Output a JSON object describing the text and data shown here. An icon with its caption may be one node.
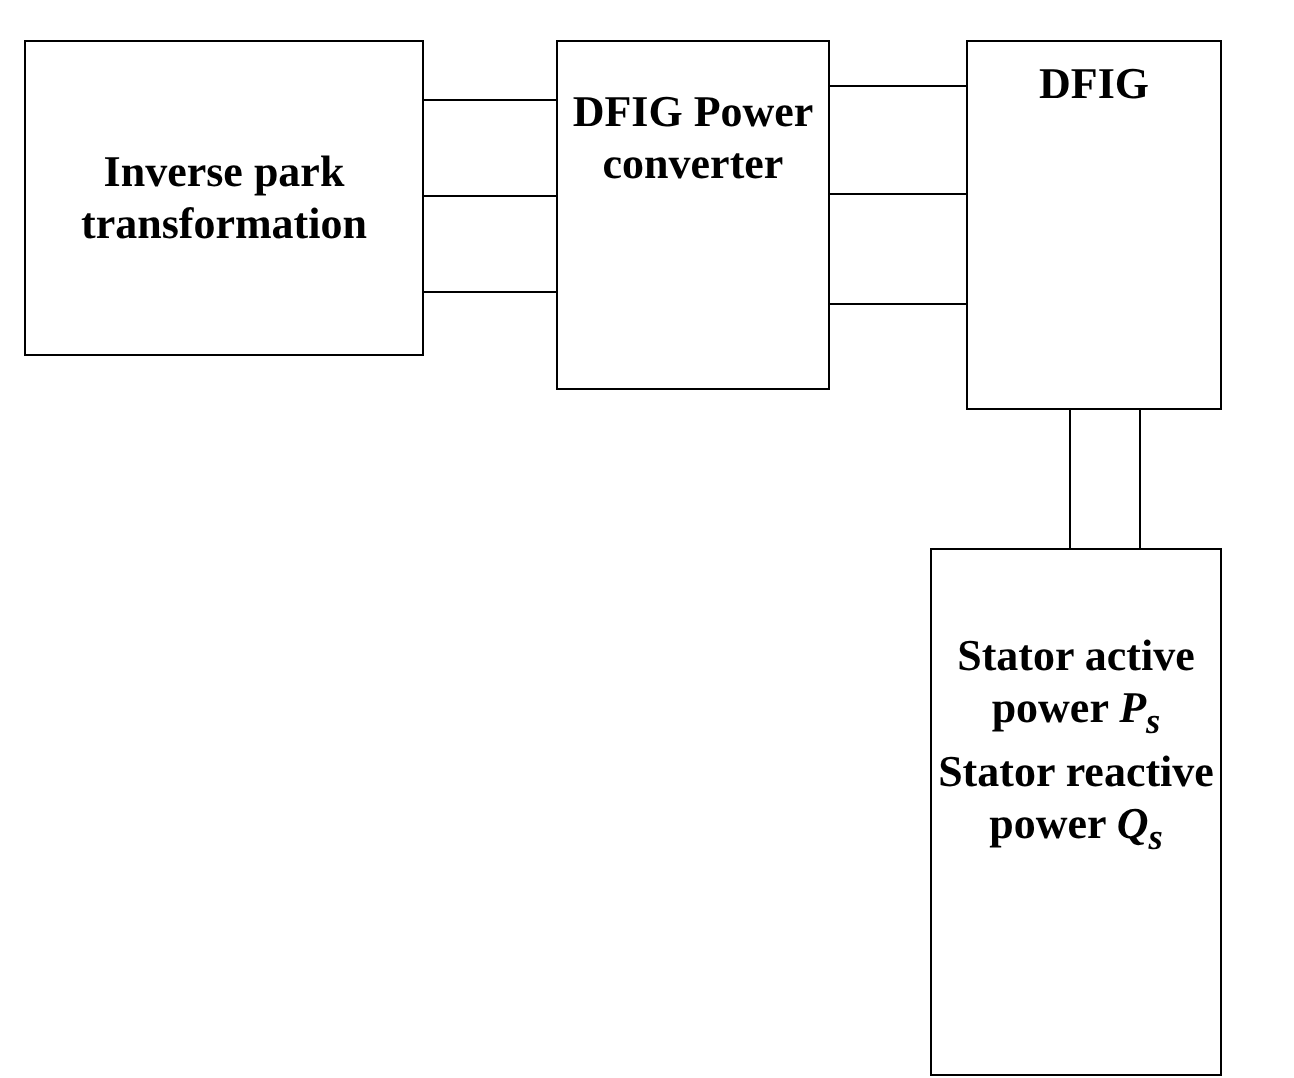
{
  "diagram": {
    "nodes": [
      {
        "text": [
          "Inverse park transformation"
        ]
      },
      {
        "text": [
          "DFIG Power converter"
        ]
      },
      {
        "text": [
          "DFIG"
        ]
      },
      {
        "text": [
          "Stator active power *P*$_{s}$",
          "Stator reactive power *Q*$_{s}$"
        ]
      }
    ],
    "edges": [
      {
        "from": 0,
        "to": 1,
        "arrow": "none"
      },
      {
        "from": 0,
        "to": 1,
        "arrow": "none"
      },
      {
        "from": 0,
        "to": 1,
        "arrow": "none"
      },
      {
        "from": 1,
        "to": 2,
        "arrow": "none"
      },
      {
        "from": 1,
        "to": 2,
        "arrow": "none"
      },
      {
        "from": 1,
        "to": 2,
        "arrow": "none"
      },
      {
        "from": 2,
        "to": 3,
        "arrow": "none"
      },
      {
        "from": 2,
        "to": 3,
        "arrow": "none"
      }
    ]
  }
}
